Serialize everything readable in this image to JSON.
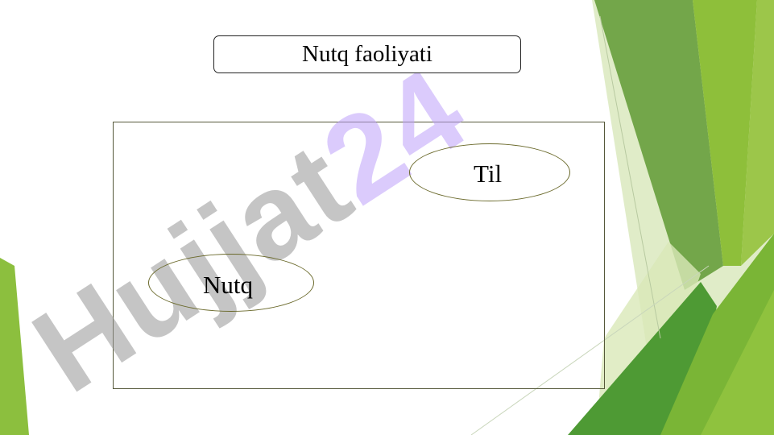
{
  "slide": {
    "title": "Nutq faoliyati",
    "diagram": {
      "oval_top_label": "Til",
      "oval_bottom_label": "Nutq"
    },
    "watermark": {
      "text_part1": "Hujjat",
      "text_part2": "24"
    }
  },
  "colors": {
    "green_dark": "#3f8a2a",
    "green_mid": "#6aa83a",
    "green_light": "#9cc64a",
    "outline": "#6b6a2c",
    "watermark_gray": "#999999",
    "watermark_purple": "#bea0fa"
  }
}
